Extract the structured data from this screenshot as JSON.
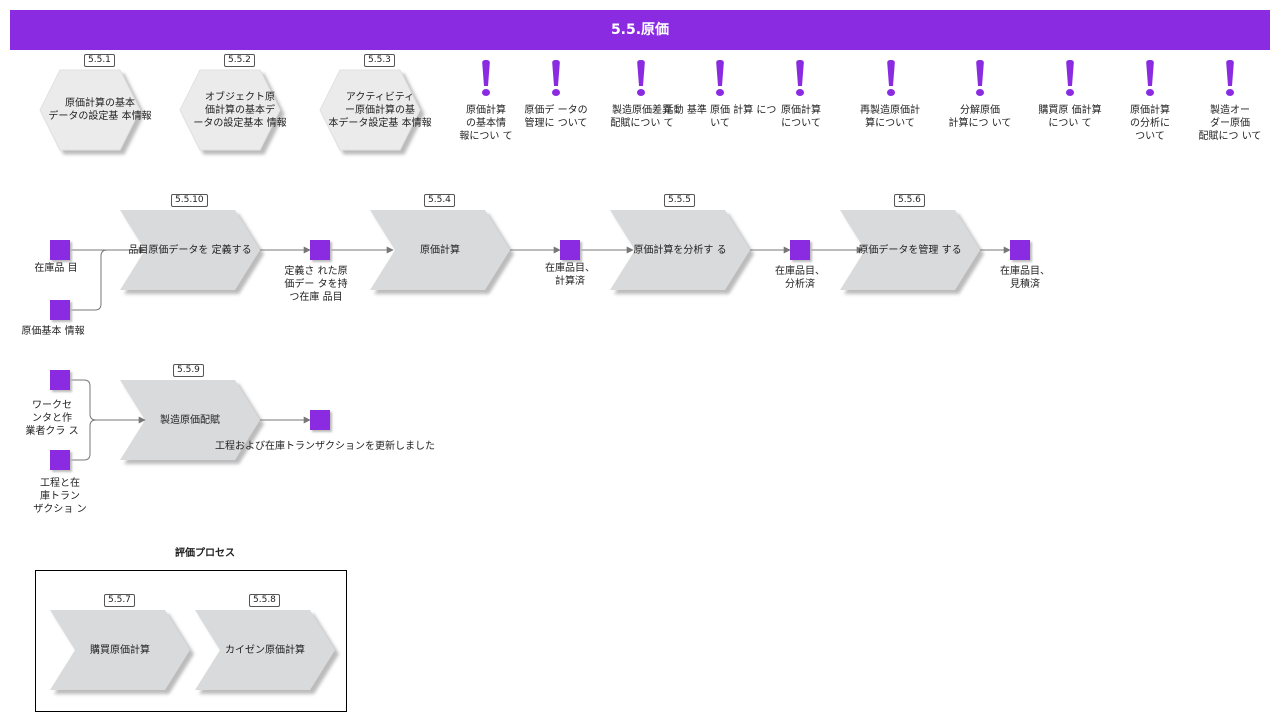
{
  "title": "5.5.原価",
  "hexagons": [
    {
      "badge": "5.5.1",
      "label": "原価計算の基本\nデータの設定基 本情報"
    },
    {
      "badge": "5.5.2",
      "label": "オブジェクト原\n価計算の基本デ\nータの設定基本 情報"
    },
    {
      "badge": "5.5.3",
      "label": "アクティビティ\nー原価計算の基\n本データ設定基 本情報"
    }
  ],
  "events": [
    {
      "label": "原価計算\nの基本情\n報につい て"
    },
    {
      "label": "原価デ ータの\n管理に ついて"
    },
    {
      "label": "製造原価差異\n配賦につい て"
    },
    {
      "label": "活動 基準 原価 計算 につ\nいて"
    },
    {
      "label": "原価計算\nについて"
    },
    {
      "label": "再製造原価計\n算について"
    },
    {
      "label": "分解原価\n計算につ いて"
    },
    {
      "label": "購買原 価計算\nについ て"
    },
    {
      "label": "原価計算\nの分析に\nついて"
    },
    {
      "label": "製造オー\nダー原価\n配賦につ いて"
    }
  ],
  "flow1": {
    "inputs": [
      "在庫品 目",
      "原価基本 情報"
    ],
    "steps": [
      {
        "badge": "5.5.10",
        "label": "品目原価データを 定義する"
      },
      {
        "badge": "5.5.4",
        "label": "原価計算"
      },
      {
        "badge": "5.5.5",
        "label": "原価計算を分析す る"
      },
      {
        "badge": "5.5.6",
        "label": "原価データを管理 する"
      }
    ],
    "outputs": [
      "定義さ れた原\n価デー タを持\nつ在庫 品目",
      "在庫品目、\n計算済",
      "在庫品目、\n分析済",
      "在庫品目、\n見積済"
    ]
  },
  "flow2": {
    "inputs": [
      "ワークセ\nンタと作\n業者クラ ス",
      "工程と在\n庫トラン\nザクショ ン"
    ],
    "step": {
      "badge": "5.5.9",
      "label": "製造原価配賦"
    },
    "output": "工程および在庫トランザクションを更新しました"
  },
  "group": {
    "title": "評価プロセス",
    "steps": [
      {
        "badge": "5.5.7",
        "label": "購買原価計算"
      },
      {
        "badge": "5.5.8",
        "label": "カイゼン原価計算"
      }
    ]
  },
  "colors": {
    "accent": "#8a2be2",
    "shape": "#d9d9d9",
    "line": "#777777"
  }
}
